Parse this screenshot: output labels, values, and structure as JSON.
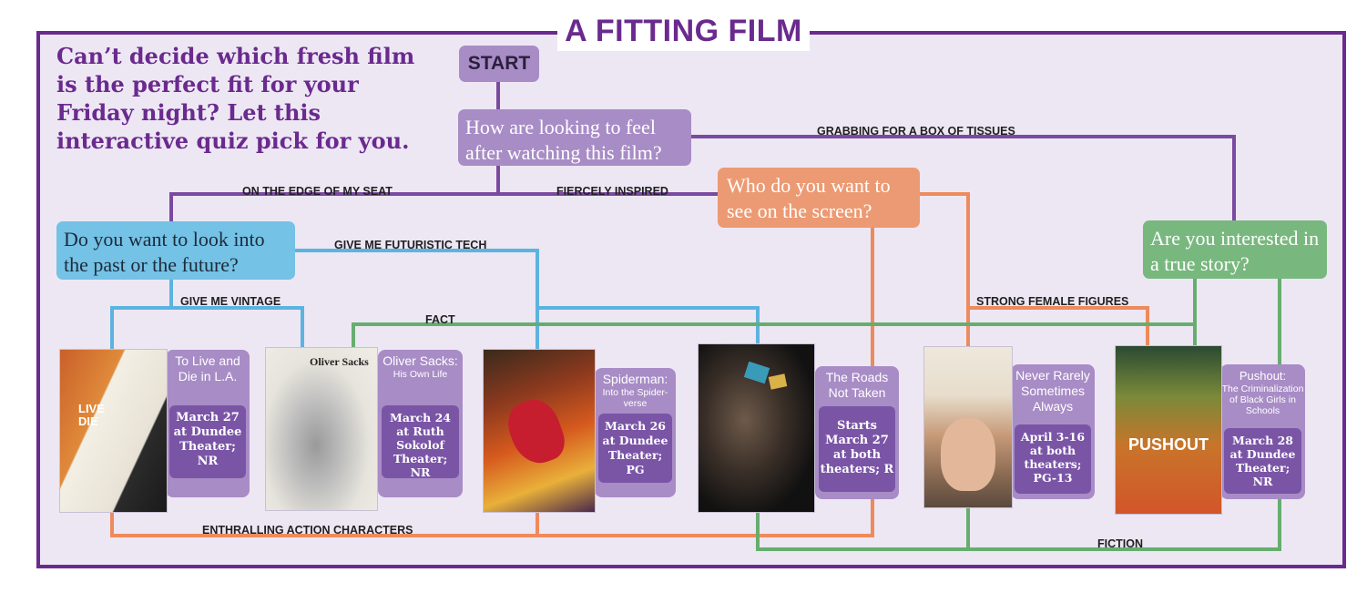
{
  "title": "A FITTING FILM",
  "intro": "Can’t decide which fresh film is the perfect fit for your Friday night? Let this interactive quiz pick for you.",
  "colors": {
    "purple": "#6a2a8e",
    "question_purple": "#a88cc6",
    "orange": "#ec9a73",
    "blue": "#74c2e6",
    "green": "#78b87e",
    "card": "#a88cc6",
    "card_box": "#7a55a6"
  },
  "nodes": {
    "start": "START",
    "feel": "How are looking to feel after watching this film?",
    "who": "Who do you want to see on the screen?",
    "past_future": "Do you want to look into the past or the future?",
    "true_story": "Are you interested in a true story?"
  },
  "labels": {
    "tissues": "GRABBING FOR A BOX OF TISSUES",
    "edge": "ON THE EDGE OF MY SEAT",
    "inspired": "FIERCELY INSPIRED",
    "futuristic": "GIVE ME FUTURISTIC TECH",
    "vintage": "GIVE ME VINTAGE",
    "strong_female": "STRONG FEMALE FIGURES",
    "fact": "FACT",
    "action": "ENTHRALLING ACTION CHARACTERS",
    "fiction": "FICTION"
  },
  "films": [
    {
      "title": "To Live and Die in L.A.",
      "subtitle": "",
      "info": "March 27 at Dundee Theater; NR",
      "poster_text": "LIVE DIE"
    },
    {
      "title": "Oliver Sacks:",
      "subtitle": "His Own Life",
      "info": "March 24 at Ruth Sokolof Theater; NR",
      "poster_text": "Oliver Sacks"
    },
    {
      "title": "Spiderman:",
      "subtitle": "Into the Spider-verse",
      "info": "March 26 at Dundee Theater; PG",
      "poster_text": ""
    },
    {
      "title": "The Roads Not Taken",
      "subtitle": "",
      "info": "Starts March 27 at both theaters; R",
      "poster_text": ""
    },
    {
      "title": "Never Rarely Sometimes Always",
      "subtitle": "",
      "info": "April 3-16 at both theaters; PG-13",
      "poster_text": ""
    },
    {
      "title": "Pushout:",
      "subtitle": "The Criminalization of Black Girls in Schools",
      "info": "March 28 at Dundee Theater; NR",
      "poster_text": "PUSHOUT"
    }
  ]
}
